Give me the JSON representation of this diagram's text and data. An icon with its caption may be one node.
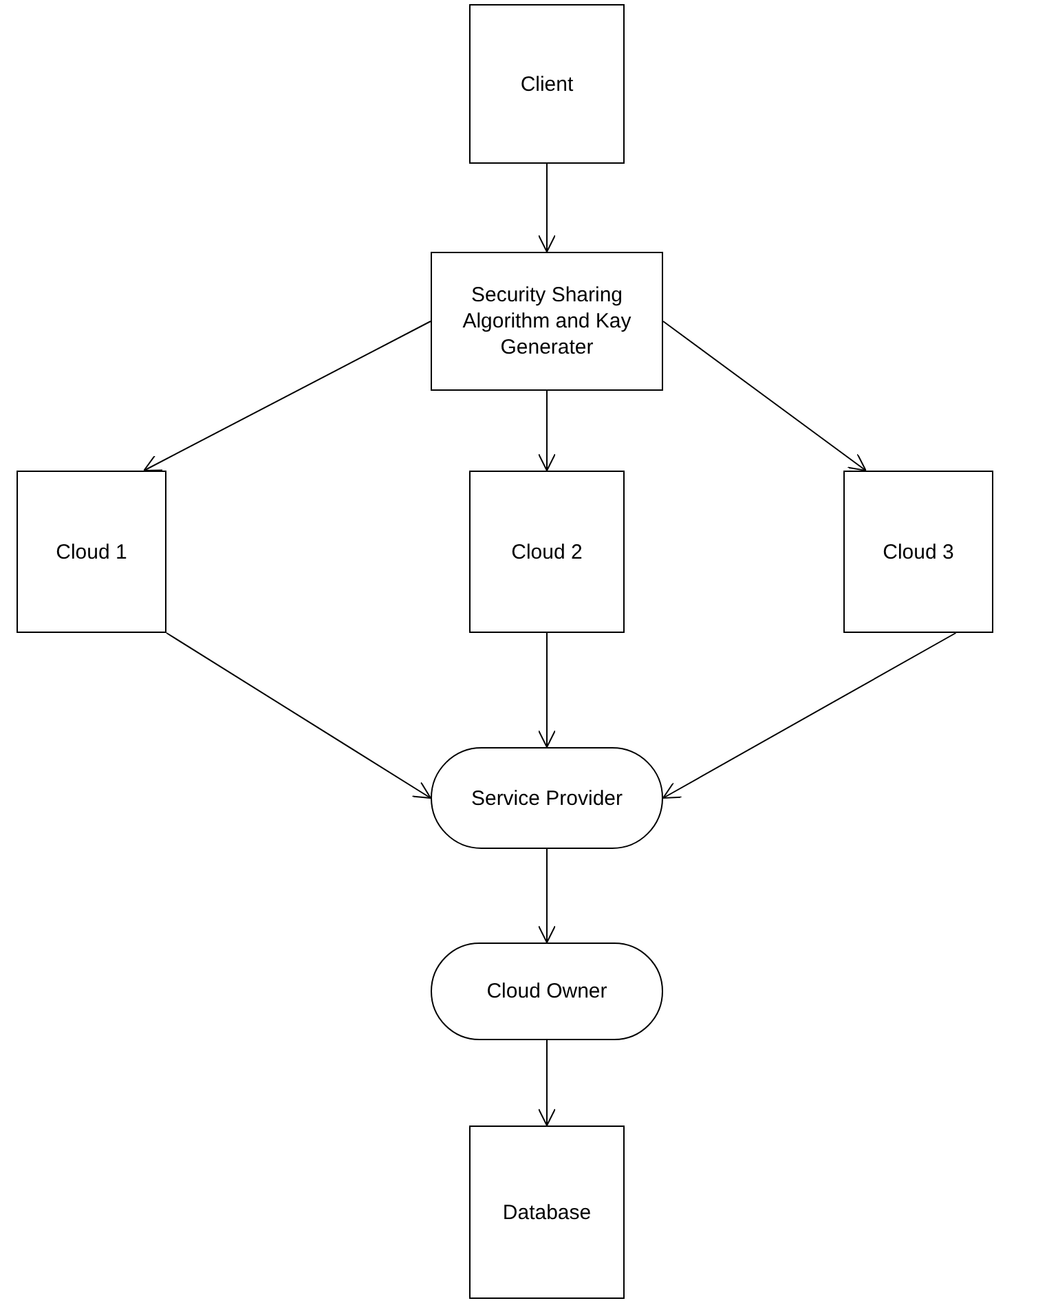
{
  "diagram": {
    "nodes": [
      {
        "text": [
          "Client"
        ]
      },
      {
        "text": [
          "Security Sharing Algorithm and Kay Generater"
        ]
      },
      {
        "text": [
          "Cloud 1"
        ]
      },
      {
        "text": [
          "Cloud 2"
        ]
      },
      {
        "text": [
          "Cloud 3"
        ]
      },
      {
        "text": [
          "Service Provider"
        ]
      },
      {
        "text": [
          "Cloud Owner"
        ]
      },
      {
        "text": [
          "Database"
        ]
      }
    ],
    "edges": [
      {
        "from": 0,
        "to": 1,
        "arrow": "to"
      },
      {
        "from": 1,
        "to": 2,
        "arrow": "to"
      },
      {
        "from": 1,
        "to": 3,
        "arrow": "to"
      },
      {
        "from": 1,
        "to": 4,
        "arrow": "to"
      },
      {
        "from": 2,
        "to": 5,
        "arrow": "to"
      },
      {
        "from": 3,
        "to": 5,
        "arrow": "to"
      },
      {
        "from": 4,
        "to": 5,
        "arrow": "to"
      },
      {
        "from": 5,
        "to": 6,
        "arrow": "to"
      },
      {
        "from": 6,
        "to": 7,
        "arrow": "to"
      }
    ]
  }
}
